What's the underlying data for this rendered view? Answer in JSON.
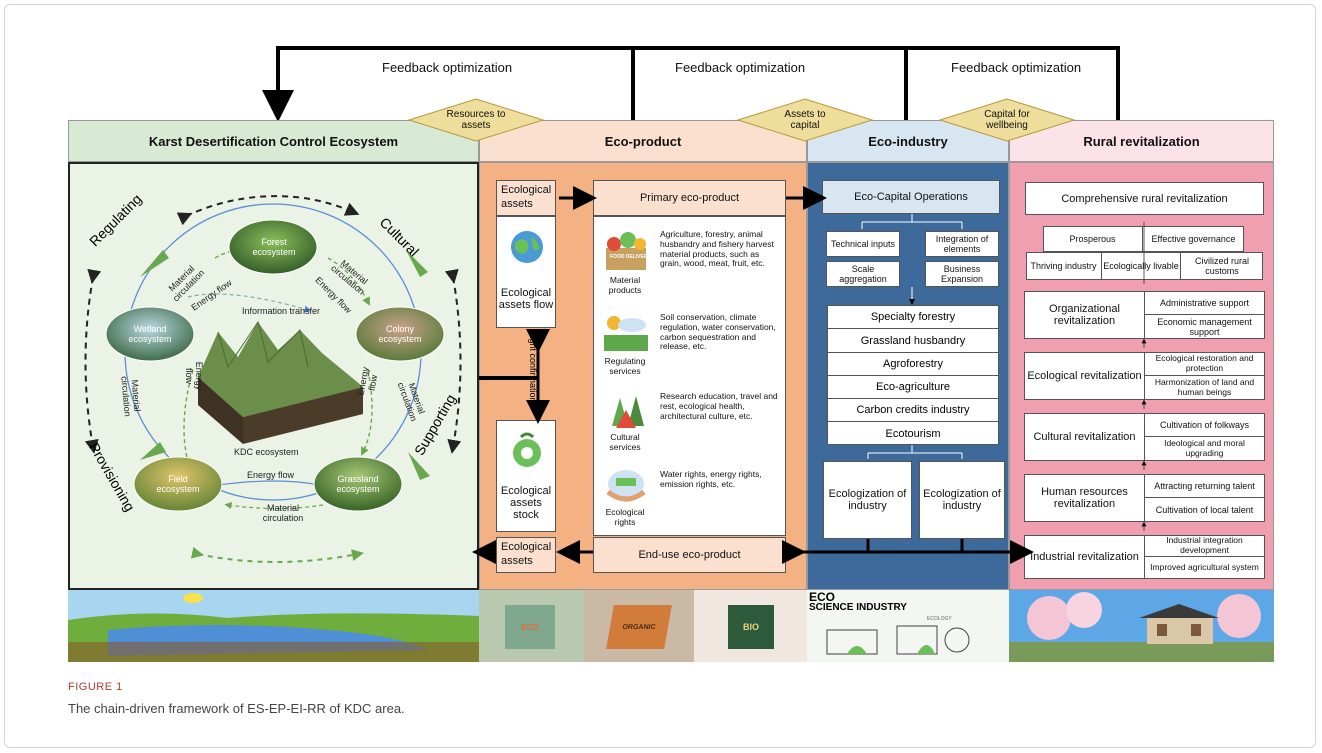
{
  "feedback": [
    "Feedback optimization",
    "Feedback optimization",
    "Feedback optimization"
  ],
  "diamonds": [
    "Resources to assets",
    "Assets to capital",
    "Capital for wellbeing"
  ],
  "columns": {
    "ecosystem": "Karst Desertification Control Ecosystem",
    "ecoproduct": "Eco-product",
    "ecoindustry": "Eco-industry",
    "rural": "Rural revitalization"
  },
  "ecosystem": {
    "services": [
      "Regulating",
      "Cultural",
      "Supporting",
      "Provisioning"
    ],
    "nodes": [
      "Forest ecosystem",
      "Wetland ecosystem",
      "Colony ecosystem",
      "Field ecosystem",
      "Grassland ecosystem"
    ],
    "center": "KDC ecosystem",
    "flows": {
      "material_circulation": "Material circulation",
      "energy_flow": "Energy flow",
      "information_transfer": "Information transfer"
    }
  },
  "ecoproduct": {
    "left": {
      "assets_top": "Ecological assets",
      "flow": "Ecological assets flow",
      "stock": "Ecological assets stock",
      "assets_bottom": "Ecological assets",
      "right_confirmation": "Right confirmation"
    },
    "primary": "Primary eco-product",
    "end_use": "End-use eco-product",
    "items": [
      {
        "label": "Material products",
        "desc": "Agriculture, forestry, animal husbandry and fishery harvest material products, such as grain, wood, meat, fruit, etc.",
        "badge": "FOOD DELIVERY"
      },
      {
        "label": "Regulating services",
        "desc": "Soil conservation, climate regulation, water conservation, carbon sequestration and release, etc."
      },
      {
        "label": "Cultural services",
        "desc": "Research education, travel and rest, ecological health, architectural culture, etc."
      },
      {
        "label": "Ecological rights",
        "desc": "Water rights, energy rights, emission rights, etc."
      }
    ]
  },
  "ecoindustry": {
    "operations": "Eco-Capital Operations",
    "subs": [
      "Technical inputs",
      "Integration of elements",
      "Scale aggregation",
      "Business Expansion"
    ],
    "industries": [
      "Specialty forestry",
      "Grassland husbandry",
      "Agroforestry",
      "Eco-agriculture",
      "Carbon credits industry",
      "Ecotourism"
    ],
    "ecologization": [
      "Ecologization of industry",
      "Ecologization of industry"
    ]
  },
  "rural": {
    "top": "Comprehensive rural revitalization",
    "row1": [
      "Prosperous",
      "Effective governance"
    ],
    "row2": [
      "Thriving industry",
      "Ecologically livable",
      "Civilized rural customs"
    ],
    "groups": [
      {
        "name": "Organizational revitalization",
        "items": [
          "Administrative support",
          "Economic management support"
        ]
      },
      {
        "name": "Ecological revitalization",
        "items": [
          "Ecological restoration and protection",
          "Harmonization of land and human beings"
        ]
      },
      {
        "name": "Cultural revitalization",
        "items": [
          "Cultivation of folkways",
          "Ideological and moral upgrading"
        ]
      },
      {
        "name": "Human resources revitalization",
        "items": [
          "Attracting returning talent",
          "Cultivation of local talent"
        ]
      },
      {
        "name": "Industrial revitalization",
        "items": [
          "Industrial integration development",
          "Improved agricultural system"
        ]
      }
    ]
  },
  "bottom": {
    "packages": [
      "ECO",
      "ORGANIC",
      "BIO"
    ],
    "eco_title": "ECO",
    "eco_sub": "SCIENCE INDUSTRY",
    "eco_tag": "ECOLOGY"
  },
  "caption": {
    "label": "FIGURE 1",
    "text": "The chain-driven framework of ES-EP-EI-RR of KDC area."
  },
  "colors": {
    "ecosystem_head": "#d8ead3",
    "ecosystem_body": "#eaf3e5",
    "ecoproduct_head": "#fbe0cf",
    "ecoproduct_body": "#f4b184",
    "ecoindustry_head": "#d8e6f1",
    "ecoindustry_body": "#3d6a9a",
    "rural_head": "#fbe3e8",
    "rural_body": "#ef9fb0",
    "diamond": "#eedd9b",
    "caption_red": "#b23a2e"
  }
}
